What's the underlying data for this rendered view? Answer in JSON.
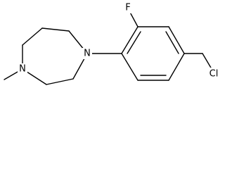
{
  "molecule": {
    "atoms": {
      "fluorine": "F",
      "chlorine": "Cl",
      "n_methyl_nitrogen": "N",
      "n_aryl_nitrogen": "N"
    }
  }
}
